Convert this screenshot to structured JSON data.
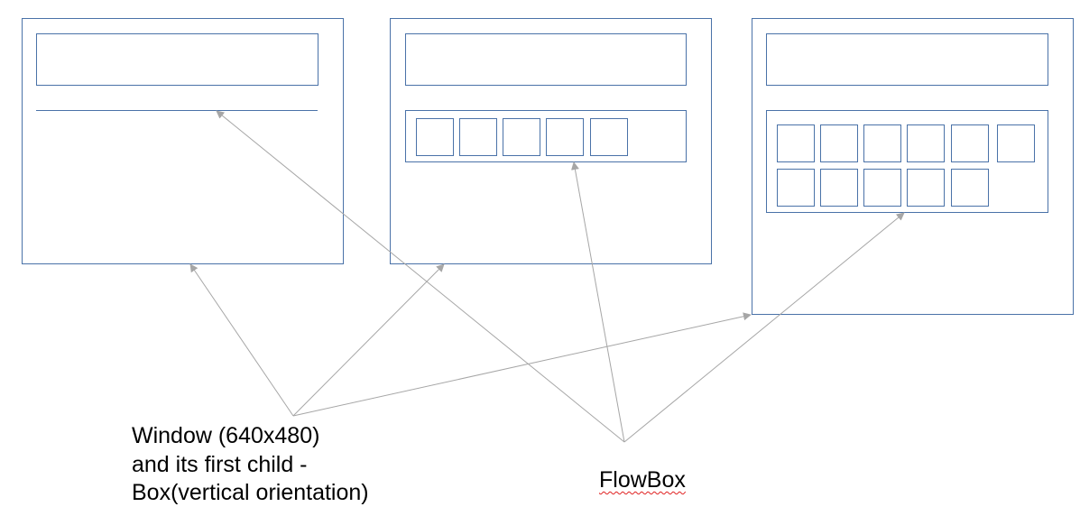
{
  "colors": {
    "box_stroke": "#4a72a8",
    "arrow": "#a6a6a6",
    "text": "#000000",
    "spellcheck_underline": "#e02020"
  },
  "panels": [
    {
      "name": "panel-1",
      "flowbox_children": 0
    },
    {
      "name": "panel-2",
      "flowbox_children": 5
    },
    {
      "name": "panel-3",
      "flowbox_children": 11
    }
  ],
  "labels": {
    "window_line_1": "Window (640x480)",
    "window_line_2": "and its first child -",
    "window_line_3": "Box(vertical orientation)",
    "flowbox": "FlowBox"
  }
}
